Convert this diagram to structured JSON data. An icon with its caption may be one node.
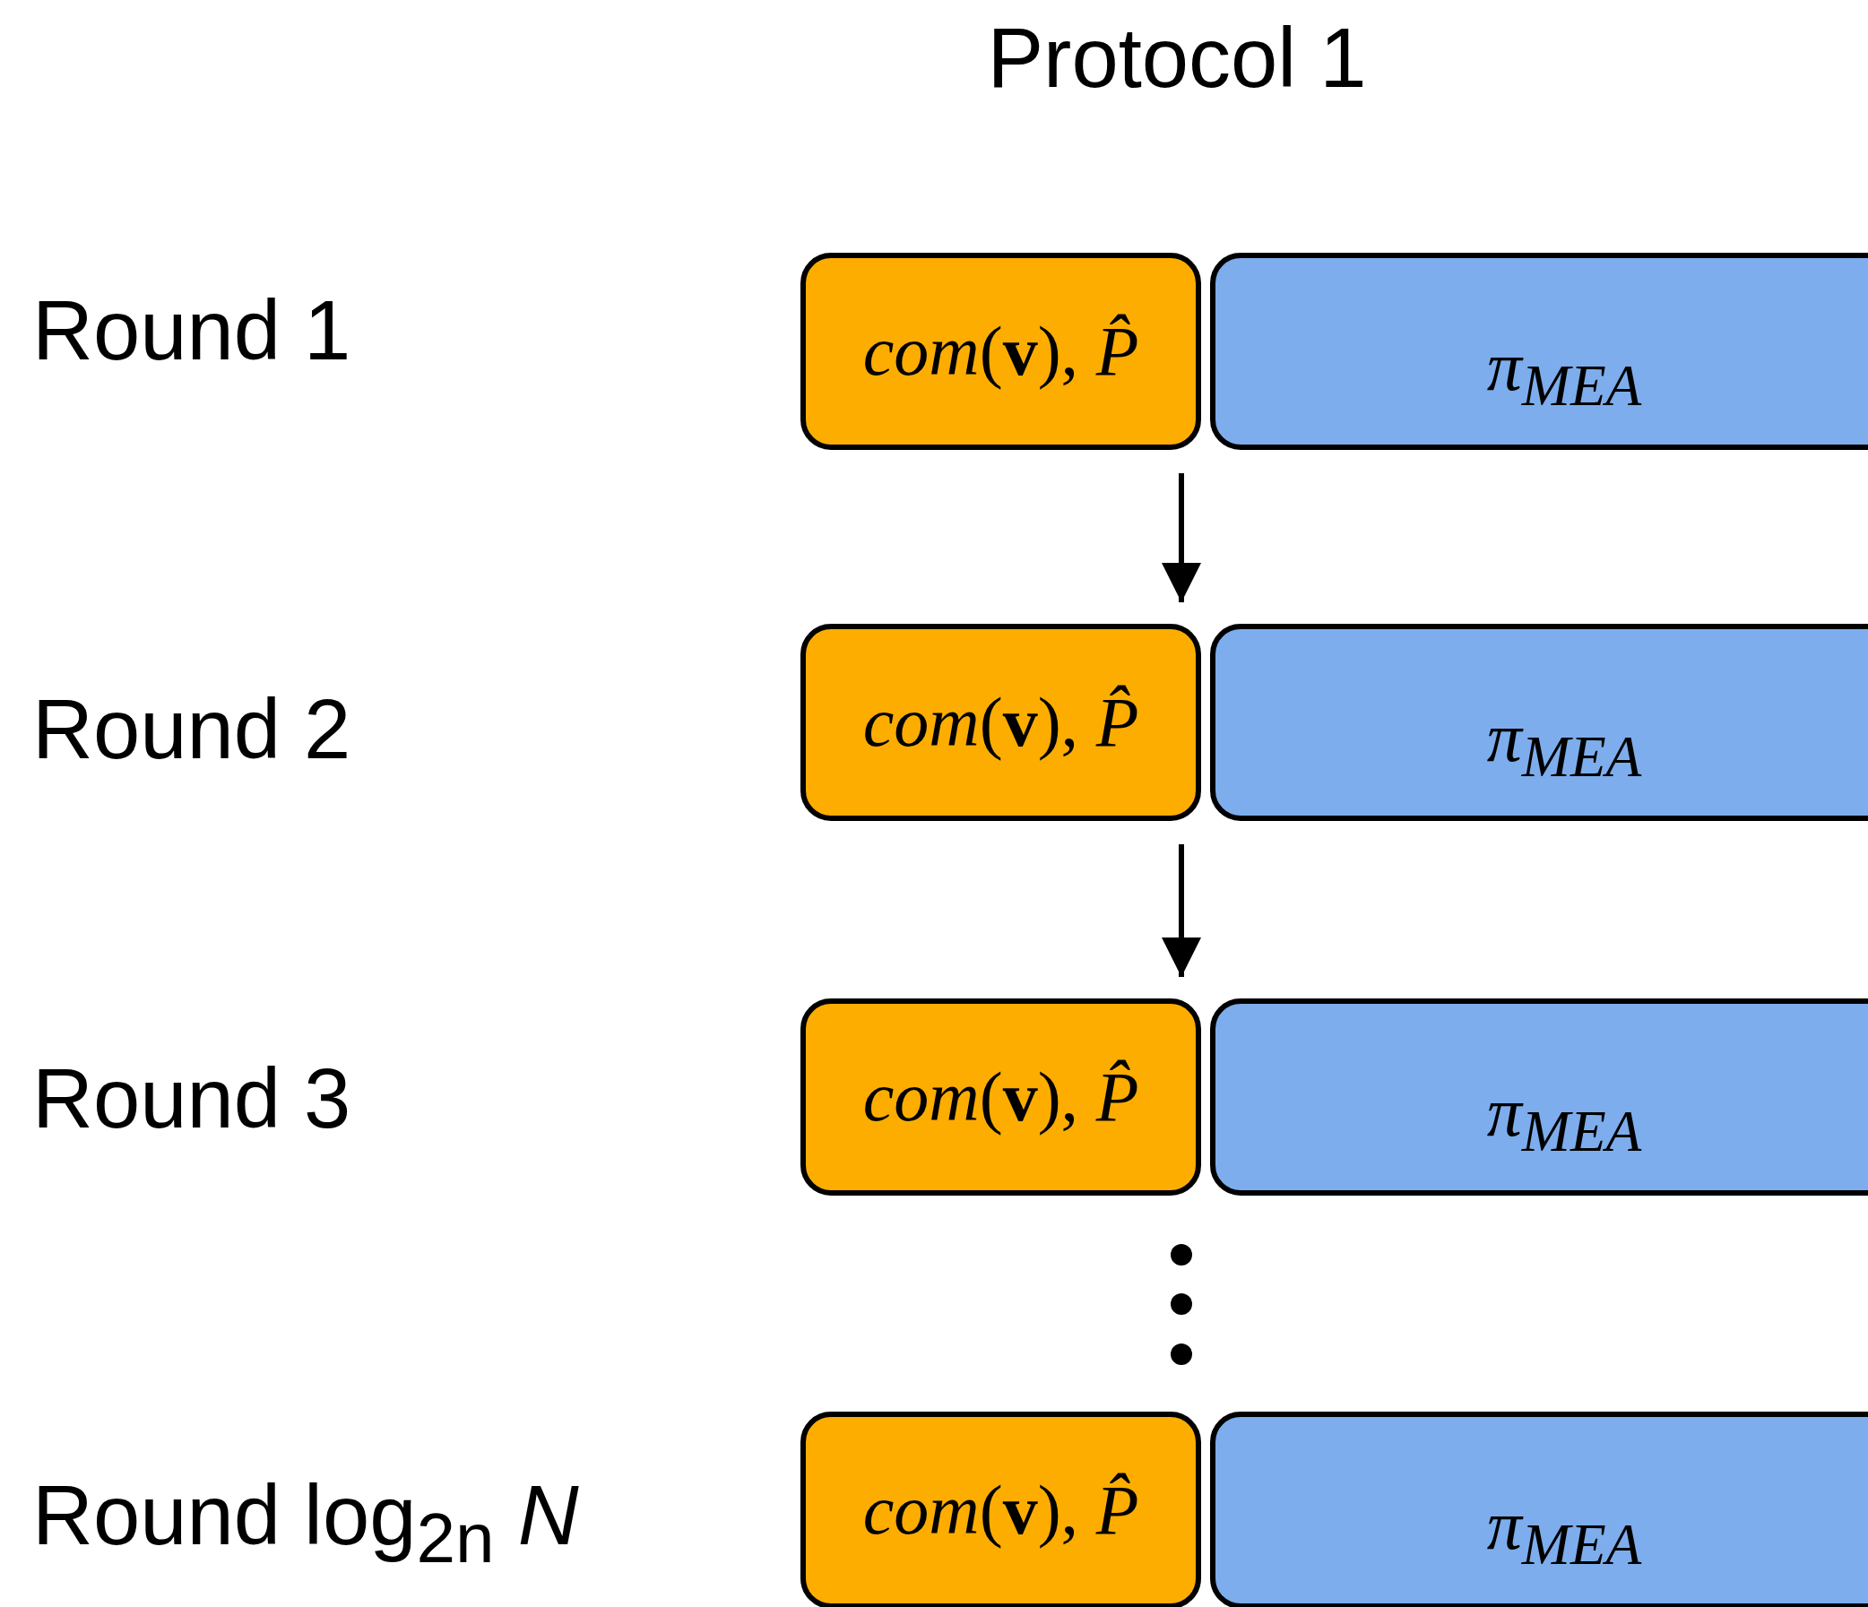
{
  "diagram": {
    "title": "Protocol 1",
    "nodes": [
      {
        "text": [
          "*com*(**v**), *P̂*"
        ]
      },
      {
        "text": [
          "π$_{MEA}$"
        ]
      },
      {
        "text": [
          "*com*(**v**), *P̂*"
        ]
      },
      {
        "text": [
          "π$_{MEA}$"
        ]
      },
      {
        "text": [
          "*com*(**v**), *P̂*"
        ]
      },
      {
        "text": [
          "π$_{MEA}$"
        ]
      },
      {
        "text": [
          "*com*(**v**), *P̂*"
        ]
      },
      {
        "text": [
          "π$_{MEA}$"
        ]
      }
    ],
    "edges": [
      {
        "from": 0,
        "to": 2,
        "arrow": "to"
      },
      {
        "from": 2,
        "to": 4,
        "arrow": "to"
      }
    ],
    "labels": [
      "Round 1",
      "Round 2",
      "Round 3",
      "Round log$_{2n}$ *N*"
    ]
  }
}
